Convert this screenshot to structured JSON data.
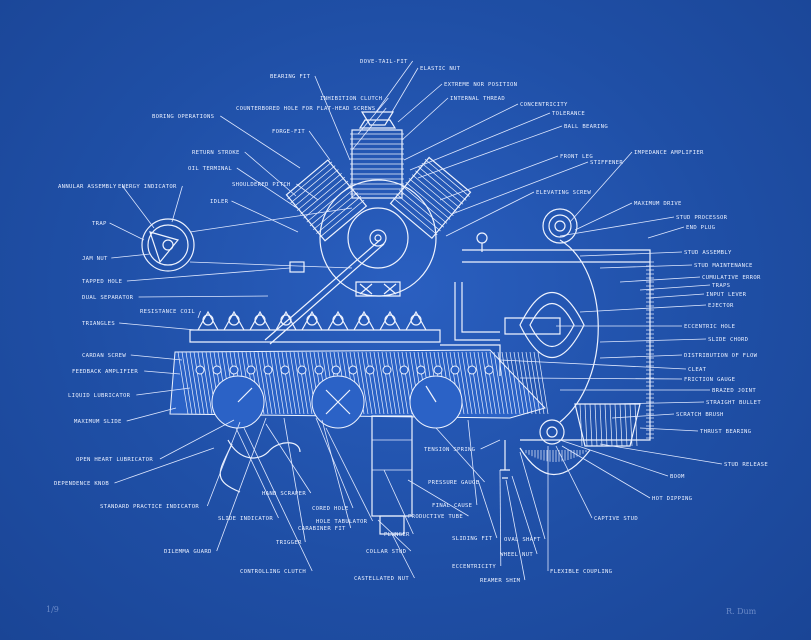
{
  "labels": [
    {
      "id": "dove-tail-fit",
      "text": "DOVE-TAIL-FIT"
    },
    {
      "id": "elastic-nut",
      "text": "ELASTIC NUT"
    },
    {
      "id": "extreme-nor-position",
      "text": "EXTREME NOR POSITION"
    },
    {
      "id": "internal-thread",
      "text": "INTERNAL THREAD"
    },
    {
      "id": "concentricity",
      "text": "CONCENTRICITY"
    },
    {
      "id": "tolerance",
      "text": "TOLERANCE"
    },
    {
      "id": "ball-bearing",
      "text": "BALL BEARING"
    },
    {
      "id": "front-leg",
      "text": "FRONT LEG"
    },
    {
      "id": "stiffener",
      "text": "STIFFENER"
    },
    {
      "id": "elevating-screw",
      "text": "ELEVATING SCREW"
    },
    {
      "id": "impedance-amplifier",
      "text": "IMPEDANCE AMPLIFIER"
    },
    {
      "id": "maximum-drive",
      "text": "MAXIMUM DRIVE"
    },
    {
      "id": "stud-processor",
      "text": "STUD PROCESSOR"
    },
    {
      "id": "end-plug",
      "text": "END PLUG"
    },
    {
      "id": "stud-assembly",
      "text": "STUD ASSEMBLY"
    },
    {
      "id": "stud-maintenance",
      "text": "STUD MAINTENANCE"
    },
    {
      "id": "cumulative-error",
      "text": "CUMULATIVE ERROR"
    },
    {
      "id": "traps",
      "text": "TRAPS"
    },
    {
      "id": "input-lever",
      "text": "INPUT LEVER"
    },
    {
      "id": "ejector",
      "text": "EJECTOR"
    },
    {
      "id": "eccentric-hole",
      "text": "ECCENTRIC HOLE"
    },
    {
      "id": "slide-chord",
      "text": "SLIDE CHORD"
    },
    {
      "id": "distribution-of-flow",
      "text": "DISTRIBUTION OF FLOW"
    },
    {
      "id": "cleat",
      "text": "CLEAT"
    },
    {
      "id": "friction-gauge",
      "text": "FRICTION GAUGE"
    },
    {
      "id": "brazed-joint",
      "text": "BRAZED JOINT"
    },
    {
      "id": "straight-bullet",
      "text": "STRAIGHT BULLET"
    },
    {
      "id": "scratch-brush",
      "text": "SCRATCH BRUSH"
    },
    {
      "id": "thrust-bearing",
      "text": "THRUST BEARING"
    },
    {
      "id": "stud-release",
      "text": "STUD RELEASE"
    },
    {
      "id": "boom",
      "text": "BOOM"
    },
    {
      "id": "hot-dipping",
      "text": "HOT DIPPING"
    },
    {
      "id": "captive-stud",
      "text": "CAPTIVE STUD"
    },
    {
      "id": "flexible-coupling",
      "text": "FLEXIBLE COUPLING"
    },
    {
      "id": "bearing-fit",
      "text": "BEARING FIT"
    },
    {
      "id": "inhibition-clutch",
      "text": "INHIBITION CLUTCH"
    },
    {
      "id": "counterbored-hole",
      "text": "COUNTERBORED HOLE FOR FLAT-HEAD SCREWS"
    },
    {
      "id": "boring-operations",
      "text": "BORING OPERATIONS"
    },
    {
      "id": "forge-fit",
      "text": "FORGE-FIT"
    },
    {
      "id": "return-stroke",
      "text": "RETURN STROKE"
    },
    {
      "id": "oil-terminal",
      "text": "OIL TERMINAL"
    },
    {
      "id": "shouldered-pitch",
      "text": "SHOULDERED PITCH"
    },
    {
      "id": "idler",
      "text": "IDLER"
    },
    {
      "id": "annular-assembly",
      "text": "ANNULAR ASSEMBLY"
    },
    {
      "id": "energy-indicator",
      "text": "ENERGY INDICATOR"
    },
    {
      "id": "trap",
      "text": "TRAP"
    },
    {
      "id": "jam-nut",
      "text": "JAM NUT"
    },
    {
      "id": "tapped-hole",
      "text": "TAPPED HOLE"
    },
    {
      "id": "dual-separator",
      "text": "DUAL SEPARATOR"
    },
    {
      "id": "resistance-coil",
      "text": "RESISTANCE COIL"
    },
    {
      "id": "triangles",
      "text": "TRIANGLES"
    },
    {
      "id": "cardan-screw",
      "text": "CARDAN SCREW"
    },
    {
      "id": "feedback-amplifier",
      "text": "FEEDBACK AMPLIFIER"
    },
    {
      "id": "liquid-lubricator",
      "text": "LIQUID LUBRICATOR"
    },
    {
      "id": "maximum-slide",
      "text": "MAXIMUM SLIDE"
    },
    {
      "id": "open-heart-lubricator",
      "text": "OPEN HEART LUBRICATOR"
    },
    {
      "id": "dependence-knob",
      "text": "DEPENDENCE KNOB"
    },
    {
      "id": "standard-practice-indicator",
      "text": "STANDARD PRACTICE INDICATOR"
    },
    {
      "id": "dilemma-guard",
      "text": "DILEMMA GUARD"
    },
    {
      "id": "slide-indicator",
      "text": "SLIDE INDICATOR"
    },
    {
      "id": "controlling-clutch",
      "text": "CONTROLLING CLUTCH"
    },
    {
      "id": "hand-scraper",
      "text": "HAND SCRAPER"
    },
    {
      "id": "trigger",
      "text": "TRIGGER"
    },
    {
      "id": "cored-hole",
      "text": "CORED HOLE"
    },
    {
      "id": "hole-tabulator",
      "text": "HOLE TABULATOR"
    },
    {
      "id": "carabiner-fit",
      "text": "CARABINER FIT"
    },
    {
      "id": "castellated-nut",
      "text": "CASTELLATED NUT"
    },
    {
      "id": "collar-stud",
      "text": "COLLAR STUD"
    },
    {
      "id": "plunger",
      "text": "PLUNGER"
    },
    {
      "id": "productive-tube",
      "text": "PRODUCTIVE TUBE"
    },
    {
      "id": "pressure-gauge",
      "text": "PRESSURE GAUGE"
    },
    {
      "id": "tension-spring",
      "text": "TENSION SPRING"
    },
    {
      "id": "final-cause",
      "text": "FINAL CAUSE"
    },
    {
      "id": "sliding-fit",
      "text": "SLIDING FIT"
    },
    {
      "id": "eccentricity",
      "text": "ECCENTRICITY"
    },
    {
      "id": "reamer-shim",
      "text": "REAMER SHIM"
    },
    {
      "id": "oval-shaft",
      "text": "OVAL SHAFT"
    },
    {
      "id": "wheel-nut",
      "text": "WHEEL NUT"
    }
  ],
  "edition_mark": "1/9",
  "signature": "R. Dum",
  "colors": {
    "paper": "#1f4fa6",
    "ink": "#eef3ff"
  }
}
